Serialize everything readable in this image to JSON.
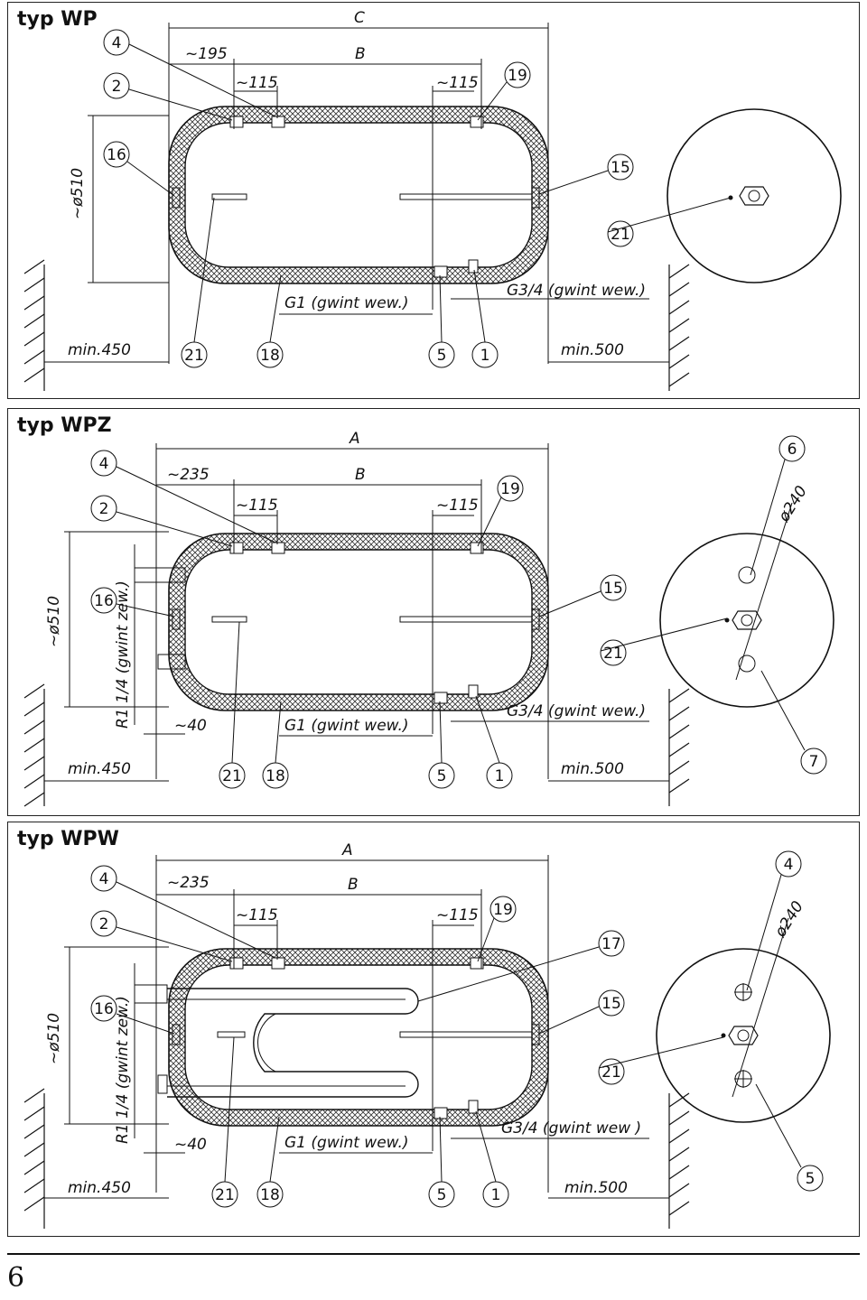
{
  "panels": [
    {
      "title": "typ WP",
      "dims": {
        "c": "C",
        "b": "B",
        "d1": "~195",
        "d2": "~115",
        "d3": "~115",
        "dia": "~ø510",
        "g1": "G1 (gwint wew.)",
        "g34": "G3/4 (gwint wew.)",
        "minl": "min.450",
        "minr": "min.500"
      },
      "callouts": [
        "4",
        "2",
        "16",
        "19",
        "15",
        "21",
        "21",
        "18",
        "5",
        "1"
      ]
    },
    {
      "title": "typ WPZ",
      "dims": {
        "a": "A",
        "b": "B",
        "d1": "~235",
        "d2": "~115",
        "d3": "~115",
        "dia": "~ø510",
        "r1": "R1 1/4 (gwint zew.)",
        "d40": "~40",
        "g1": "G1 (gwint wew.)",
        "g34": "G3/4 (gwint wew.)",
        "minl": "min.450",
        "minr": "min.500",
        "d240": "ø240"
      },
      "callouts": [
        "4",
        "2",
        "16",
        "19",
        "15",
        "21",
        "6",
        "7",
        "21",
        "18",
        "5",
        "1"
      ]
    },
    {
      "title": "typ WPW",
      "dims": {
        "a": "A",
        "b": "B",
        "d1": "~235",
        "d2": "~115",
        "d3": "~115",
        "dia": "~ø510",
        "r1": "R1 1/4 (gwint zew.)",
        "d40": "~40",
        "g1": "G1 (gwint wew.)",
        "g34": "G3/4 (gwint wew )",
        "minl": "min.450",
        "minr": "min.500",
        "d240": "ø240"
      },
      "callouts": [
        "4",
        "2",
        "16",
        "19",
        "17",
        "15",
        "21",
        "4",
        "5",
        "21",
        "18",
        "5",
        "1"
      ]
    }
  ],
  "page_number": "6"
}
